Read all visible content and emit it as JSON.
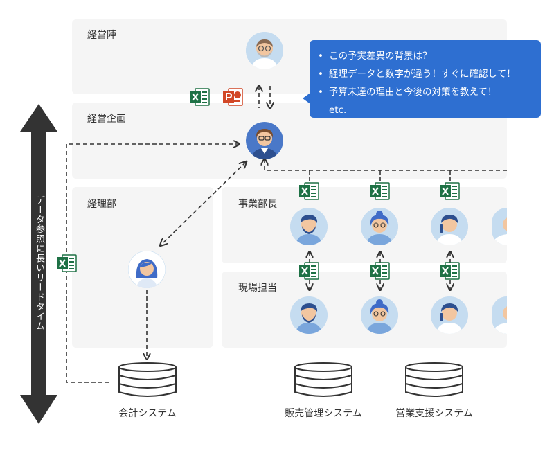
{
  "panels": {
    "executives": "経営陣",
    "planning": "経営企画",
    "accounting": "経理部",
    "division_heads": "事業部長",
    "field_staff": "現場担当"
  },
  "callout": {
    "items": [
      "この予実差異の背景は？",
      "経理データと数字が違う！すぐに確認して！",
      "予算未達の理由と今後の対策を教えて！"
    ],
    "etc": "etc."
  },
  "lead_time_label": "データ参照に長いリードタイム",
  "systems": {
    "accounting": "会計システム",
    "sales": "販売管理システム",
    "sales_support": "営業支援システム"
  },
  "colors": {
    "arrow": "#333333",
    "excel": "#1e7145",
    "powerpoint": "#d24726",
    "callout": "#2e6fd1",
    "panel": "#f5f5f5",
    "avatar_bg": "#c5dcf0"
  },
  "icons": [
    "excel-icon",
    "powerpoint-icon",
    "database-icon",
    "person-avatar-icon"
  ]
}
